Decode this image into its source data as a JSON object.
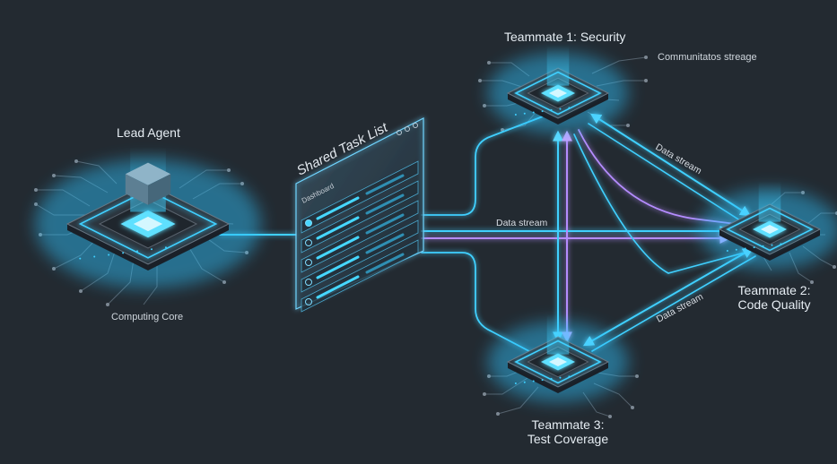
{
  "nodes": {
    "lead": {
      "title": "Lead Agent",
      "caption": "Computing Core"
    },
    "security": {
      "title": "Teammate 1: Security",
      "caption": "Communitatos streage"
    },
    "quality": {
      "title_line1": "Teammate 2:",
      "title_line2": "Code Quality"
    },
    "coverage": {
      "title_line1": "Teammate 3:",
      "title_line2": "Test Coverage"
    }
  },
  "task_list": {
    "title": "Shared Task List",
    "tab": "Dashboard",
    "item_count": 5
  },
  "edges": {
    "label_center": "Data stream",
    "label_upper": "Data stream",
    "label_lower": "Data stream"
  },
  "colors": {
    "background": "#232a31",
    "cyan": "#3fd0ff",
    "violet": "#b58cff",
    "chip": "#2c353e"
  }
}
